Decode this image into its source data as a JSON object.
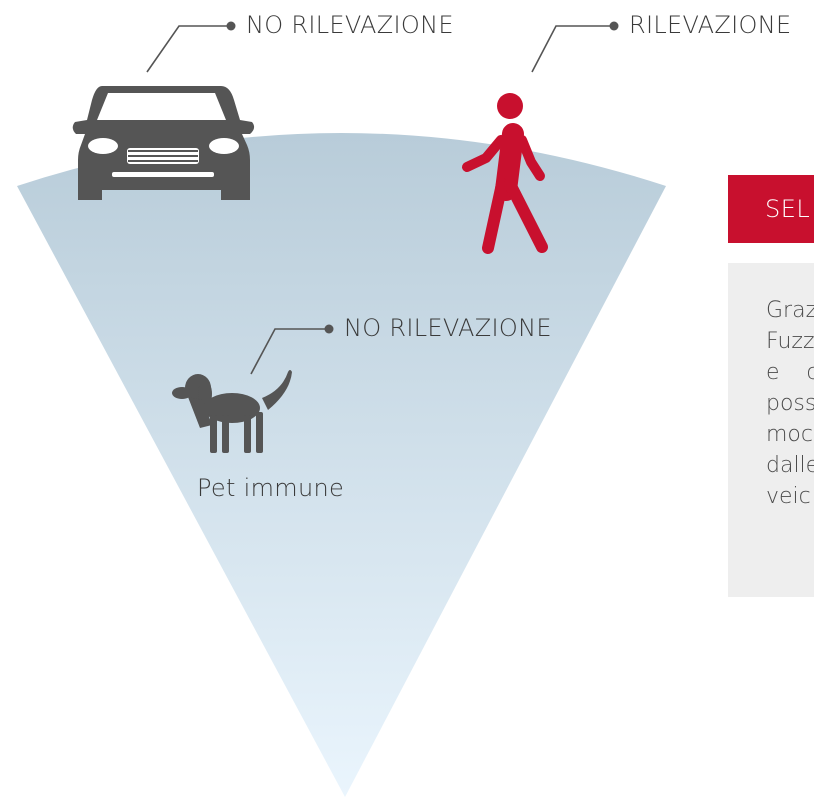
{
  "labels": {
    "car": "NO RILEVAZIONE",
    "person": "RILEVAZIONE",
    "dog": "NO RILEVAZIONE",
    "pet_caption": "Pet immune"
  },
  "card": {
    "header": "SEL",
    "lines": [
      "Graz",
      "Fuzz",
      "e  c",
      "poss",
      "moc",
      "dalle",
      "veic"
    ]
  },
  "colors": {
    "accent": "#c8102e",
    "icon_gray": "#555555",
    "cone_top": "#b8ccd9",
    "cone_bottom": "#eaf5fd",
    "card_bg": "#eeeeee"
  },
  "icons": [
    "car-icon",
    "person-walking-icon",
    "dog-icon"
  ]
}
